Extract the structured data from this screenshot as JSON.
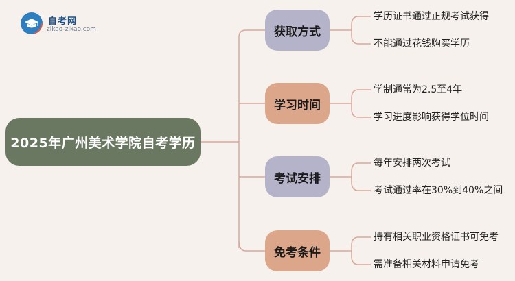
{
  "logo": {
    "title": "自考网",
    "url": "zikao-zikao.com"
  },
  "root": {
    "label": "2025年广州美术学院自考学历"
  },
  "branches": [
    {
      "label": "获取方式",
      "leaves": [
        "学历证书通过正规考试获得",
        "不能通过花钱购买学历"
      ]
    },
    {
      "label": "学习时间",
      "leaves": [
        "学制通常为2.5至4年",
        "学习进度影响获得学位时间"
      ]
    },
    {
      "label": "考试安排",
      "leaves": [
        "每年安排两次考试",
        "考试通过率在30%到40%之间"
      ]
    },
    {
      "label": "免考条件",
      "leaves": [
        "持有相关职业资格证书可免考",
        "需准备相关材料申请免考"
      ]
    }
  ],
  "colors": {
    "background": "#f6f1ec",
    "root": "#6b7861",
    "lavender": "#b5b3c9",
    "peach": "#dca68a",
    "connector": "#d9a79a"
  }
}
